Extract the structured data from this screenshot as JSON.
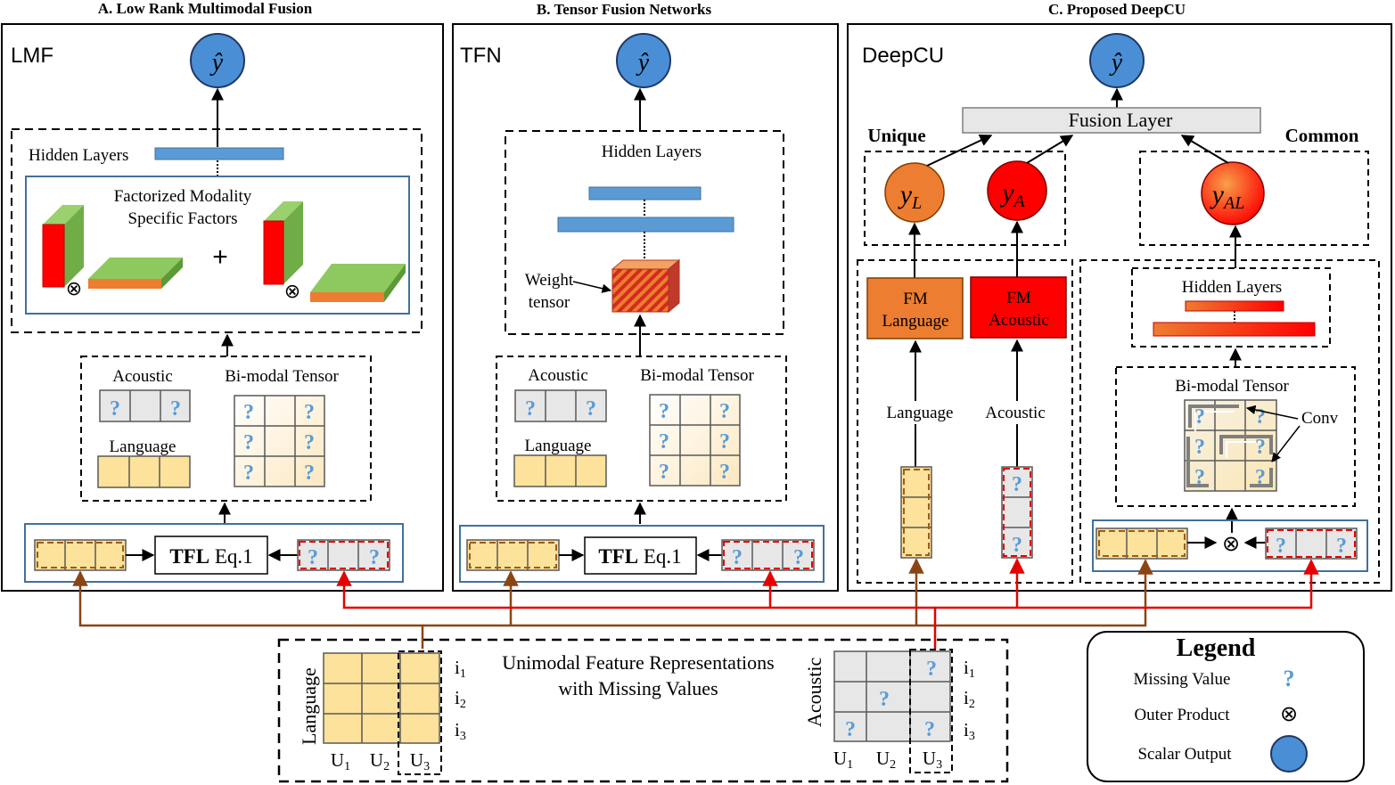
{
  "titles": {
    "lmf": "A. Low Rank Multimodal Fusion",
    "tfn": "B. Tensor Fusion Networks",
    "deepcu": "C. Proposed DeepCU"
  },
  "panel_labels": {
    "lmf": "LMF",
    "tfn": "TFN",
    "deepcu": "DeepCU"
  },
  "output_symbol": "ŷ",
  "lmf": {
    "hidden_layers": "Hidden Layers",
    "factors_line1": "Factorized Modality",
    "factors_line2": "Specific Factors",
    "plus": "+",
    "acoustic": "Acoustic",
    "language": "Language",
    "bimodal": "Bi-modal Tensor",
    "tfl_bold": "TFL",
    "tfl_rest": " Eq.1"
  },
  "tfn": {
    "hidden_layers": "Hidden Layers",
    "weight_line1": "Weight",
    "weight_line2": "tensor",
    "acoustic": "Acoustic",
    "language": "Language",
    "bimodal": "Bi-modal Tensor",
    "tfl_bold": "TFL",
    "tfl_rest": " Eq.1"
  },
  "deepcu": {
    "fusion_layer": "Fusion Layer",
    "unique": "Unique",
    "common": "Common",
    "y_l_base": "y",
    "y_l_sub": "L",
    "y_a_base": "y",
    "y_a_sub": "A",
    "y_al_base": "y",
    "y_al_sub": "AL",
    "fm_lang_1": "FM",
    "fm_lang_2": "Language",
    "fm_ac_1": "FM",
    "fm_ac_2": "Acoustic",
    "language": "Language",
    "acoustic": "Acoustic",
    "hidden_layers": "Hidden Layers",
    "bimodal": "Bi-modal Tensor",
    "conv": "Conv"
  },
  "bottom": {
    "caption_line1": "Unimodal Feature Representations",
    "caption_line2": "with Missing Values",
    "language_label": "Language",
    "acoustic_label": "Acoustic",
    "u_labels": [
      {
        "base": "U",
        "sub": "1"
      },
      {
        "base": "U",
        "sub": "2"
      },
      {
        "base": "U",
        "sub": "3"
      }
    ],
    "i_labels": [
      {
        "base": "i",
        "sub": "1"
      },
      {
        "base": "i",
        "sub": "2"
      },
      {
        "base": "i",
        "sub": "3"
      }
    ]
  },
  "legend": {
    "title": "Legend",
    "missing": "Missing Value",
    "outer": "Outer Product",
    "scalar": "Scalar Output"
  },
  "symbols": {
    "missing": "?",
    "outer": "⊗"
  },
  "colors": {
    "language_fill": "#fce29a",
    "acoustic_fill": "#e7e7e7",
    "output_blue": "#4a8fd6",
    "hidden_bar": "#5b9bd5",
    "missing_q": "#5b9bd5",
    "brown_arrow": "#8b4513",
    "red_arrow": "#e60000",
    "fm_language": "#ed7d31",
    "fm_acoustic": "#ff0000",
    "panel_border_blue": "#41719c"
  }
}
